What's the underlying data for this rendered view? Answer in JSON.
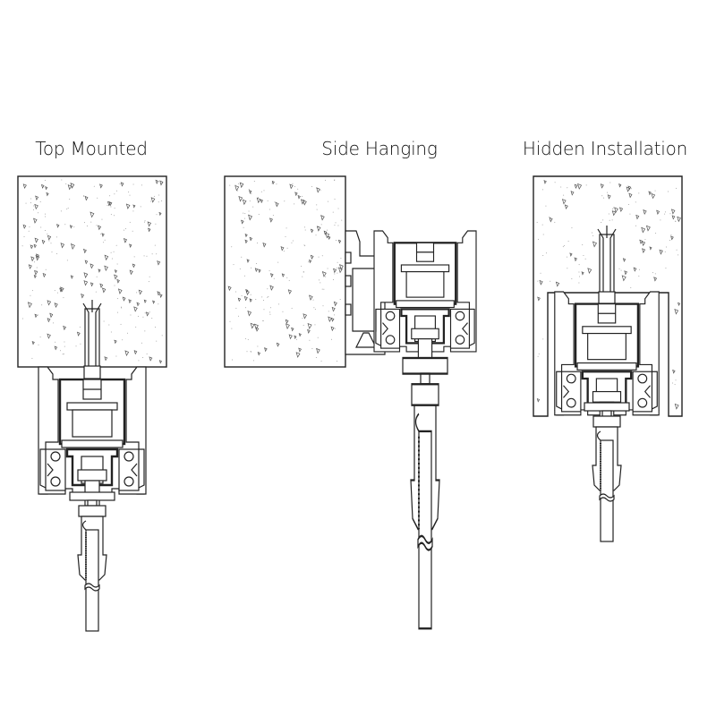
{
  "diagram": {
    "panels": [
      {
        "id": "top-mounted",
        "title": "Top Mounted"
      },
      {
        "id": "side-hanging",
        "title": "Side Hanging"
      },
      {
        "id": "hidden-installation",
        "title": "Hidden Installation"
      }
    ],
    "colors": {
      "line": "#222222",
      "background": "#ffffff",
      "secondary_line": "#999999"
    }
  }
}
